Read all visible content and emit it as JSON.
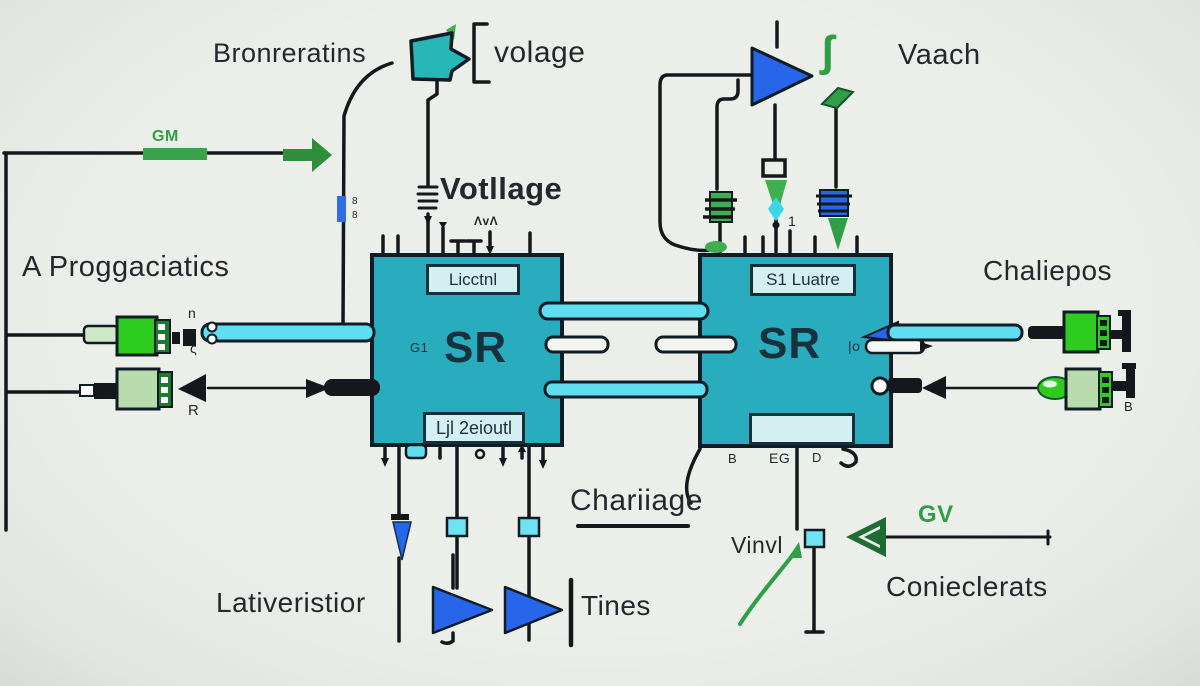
{
  "colors": {
    "background": "#ecefe9",
    "block_fill": "#29adbe",
    "block_border": "#0e1c24",
    "cyan_bar": "#5fdef2",
    "cyan_component": "#6fe3f2",
    "bright_green": "#2ecc1e",
    "pale_green": "#b9dcae",
    "blue": "#2766ea",
    "teal_gate": "#27b7b7",
    "dark_green_arrow": "#1e6b33",
    "label_green": "#2f9e44",
    "wire": "#14181c",
    "text": "#22282e"
  },
  "labels": {
    "bronreratins": "Bronreratins",
    "volage": "volage",
    "integral": "ʃ",
    "vaach": "Vaach",
    "gm": "GM",
    "progagatics": "A Proggaciatics",
    "votllage": "Votllage",
    "squiggle": "ΛvΛ",
    "chaliepos": "Chaliepos",
    "chariage": "Chariiage",
    "vinvl": "Vinvl",
    "gv": "GV",
    "conieclerats": "Conieclerats",
    "lativeristior": "Lativeristior",
    "tines": "Tines"
  },
  "block1": {
    "header": "Licctnl",
    "title": "SR",
    "gain": "G1",
    "footer": "Ljl 2eioutl"
  },
  "block2": {
    "header": "S1 Luatre",
    "title": "SR",
    "port": "|o",
    "pin_top": "1",
    "pins_bottom": [
      "B",
      "EG",
      "D"
    ]
  },
  "pin_labels": {
    "left_top": "n",
    "left_mid": "ς",
    "left_bottom": "R",
    "riser_a": "8",
    "riser_b": "8",
    "right_bottom": "B"
  }
}
